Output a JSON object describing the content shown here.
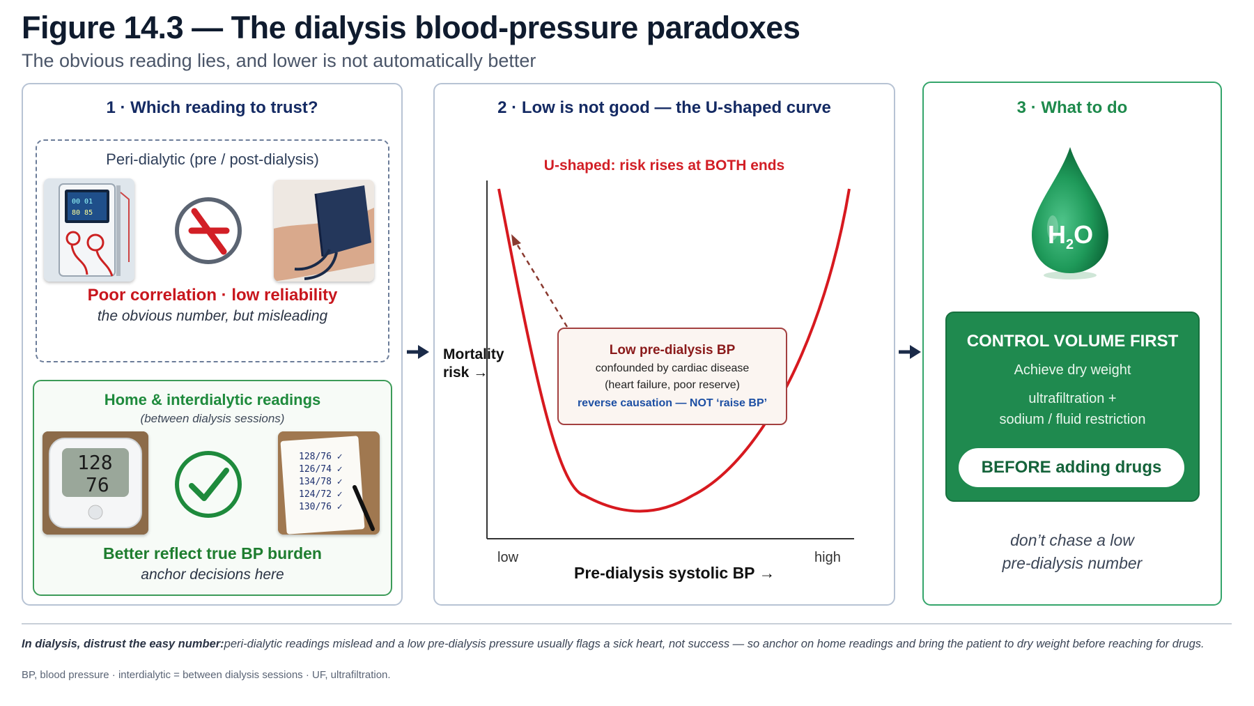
{
  "figure": {
    "title": "Figure 14.3 — The dialysis blood-pressure paradoxes",
    "subtitle": "The obvious reading lies, and lower is not automatically better"
  },
  "panel1": {
    "heading": "1 · Which reading to trust?",
    "peri": {
      "title": "Peri-dialytic (pre / post-dialysis)",
      "verdict": "Poor correlation · low reliability",
      "note": "the obvious number, but misleading",
      "icon": "cross-icon",
      "color": "#c8161d"
    },
    "home": {
      "title": "Home & interdialytic readings",
      "subtitle": "(between dialysis sessions)",
      "verdict": "Better reflect true BP burden",
      "note": "anchor decisions here",
      "icon": "check-icon",
      "color": "#1e7d2f",
      "monitor_readout": [
        "128",
        "76"
      ],
      "log_entries": [
        "128/76 ✓",
        "126/74 ✓",
        "134/78 ✓",
        "124/72 ✓",
        "130/76 ✓"
      ]
    }
  },
  "panel2": {
    "heading": "2 · Low is not good — the U-shaped curve",
    "curve_note": "U-shaped: risk rises at BOTH ends",
    "y_axis_label": [
      "Mortality",
      "risk →"
    ],
    "x_axis_label": "Pre-dialysis systolic BP →",
    "x_low": "low",
    "x_high": "high",
    "curve_color": "#d7191f",
    "callout": {
      "title": "Low pre-dialysis BP",
      "line1": "confounded by cardiac disease",
      "line2": "(heart failure, poor reserve)",
      "line3": "reverse causation — NOT ‘raise BP’"
    }
  },
  "panel3": {
    "heading": "3 · What to do",
    "drop_label": "H",
    "drop_sub": "2",
    "drop_label_end": "O",
    "action": {
      "title": "CONTROL VOLUME FIRST",
      "line1": "Achieve dry weight",
      "line2": "ultrafiltration +",
      "line3": "sodium / fluid restriction",
      "pill": "BEFORE adding drugs"
    },
    "tip_line1": "don’t chase a low",
    "tip_line2": "pre-dialysis number",
    "accent": "#1f8a4f"
  },
  "footer": {
    "lead": "In dialysis, distrust the easy number:",
    "body": "peri-dialytic readings mislead and a low pre-dialysis pressure usually flags a sick heart, not success — so anchor on home readings and bring the patient to dry weight before reaching for drugs.",
    "abbreviations": "BP, blood pressure · interdialytic = between dialysis sessions · UF, ultrafiltration."
  }
}
